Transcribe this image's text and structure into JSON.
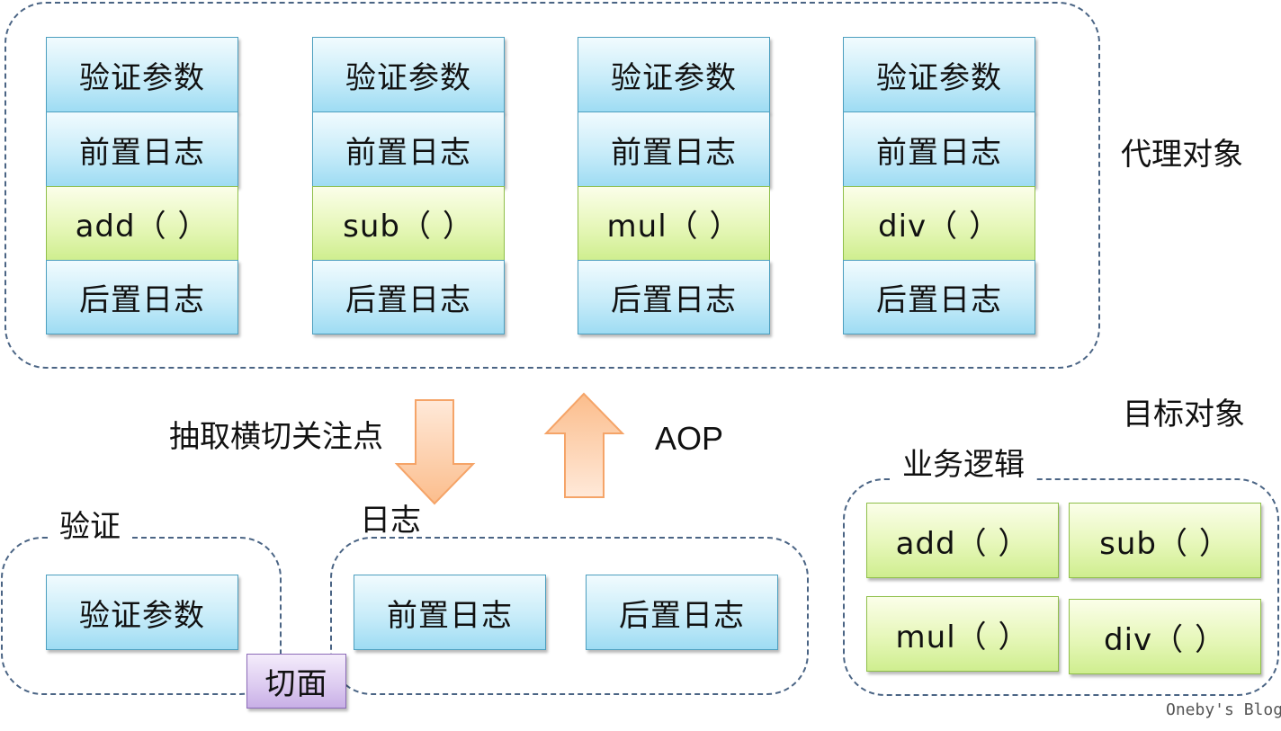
{
  "proxy": {
    "label": "代理对象",
    "columns": [
      {
        "validate": "验证参数",
        "pre_log": "前置日志",
        "method": "add（  ）",
        "post_log": "后置日志"
      },
      {
        "validate": "验证参数",
        "pre_log": "前置日志",
        "method": "sub（  ）",
        "post_log": "后置日志"
      },
      {
        "validate": "验证参数",
        "pre_log": "前置日志",
        "method": "mul（  ）",
        "post_log": "后置日志"
      },
      {
        "validate": "验证参数",
        "pre_log": "前置日志",
        "method": "div（  ）",
        "post_log": "后置日志"
      }
    ]
  },
  "target": {
    "label": "目标对象",
    "business_label": "业务逻辑",
    "methods": [
      "add（  ）",
      "sub（  ）",
      "mul（  ）",
      "div（  ）"
    ]
  },
  "arrows": {
    "extract_label": "抽取横切关注点",
    "aop_label": "AOP"
  },
  "aspects": {
    "validation_group_label": "验证",
    "validation_item": "验证参数",
    "log_group_label": "日志",
    "pre_log": "前置日志",
    "post_log": "后置日志",
    "aspect_label": "切面"
  },
  "watermark": "Oneby's Blog",
  "colors": {
    "dashed_border": "#4a6484",
    "blue_box": "#c8ecf9",
    "green_box": "#e6f7b9",
    "purple_box": "#dccaf0",
    "arrow_fill": "#fcd3b4",
    "arrow_stroke": "#f5a468"
  }
}
